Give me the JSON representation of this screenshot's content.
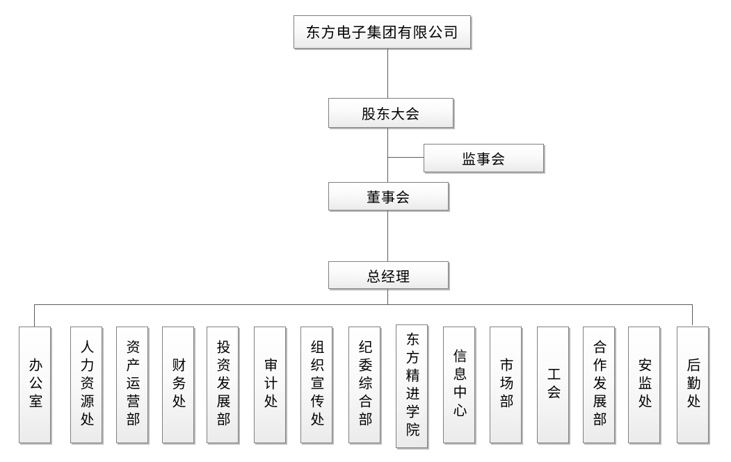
{
  "colors": {
    "background": "#ffffff",
    "box_border": "#7f7f7f",
    "box_fill_top": "#ffffff",
    "box_fill_bottom": "#ebebeb",
    "box_shadow": "#7d7d7d",
    "connector": "#5a5a5a",
    "text": "#000000"
  },
  "org_chart": {
    "root": {
      "label": "东方电子集团有限公司"
    },
    "governance": [
      {
        "key": "shareholders_meeting",
        "label": "股东大会"
      },
      {
        "key": "supervisory_board",
        "label": "监事会"
      },
      {
        "key": "board_of_directors",
        "label": "董事会"
      },
      {
        "key": "general_manager",
        "label": "总经理"
      }
    ],
    "departments": [
      {
        "label": "办公室"
      },
      {
        "label": "人力资源处"
      },
      {
        "label": "资产运营部"
      },
      {
        "label": "财务处"
      },
      {
        "label": "投资发展部"
      },
      {
        "label": "审计处"
      },
      {
        "label": "组织宣传处"
      },
      {
        "label": "纪委综合部"
      },
      {
        "label": "东方精进学院"
      },
      {
        "label": "信息中心"
      },
      {
        "label": "市场部"
      },
      {
        "label": "工会"
      },
      {
        "label": "合作发展部"
      },
      {
        "label": "安监处"
      },
      {
        "label": "后勤处"
      }
    ]
  }
}
